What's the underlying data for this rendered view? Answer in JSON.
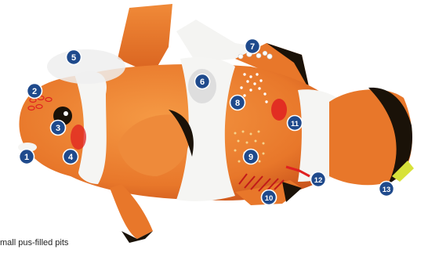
{
  "diagram": {
    "colors": {
      "orange": "#e8772a",
      "orange_dark": "#c8521b",
      "white_band": "#f5f5f3",
      "black_edge": "#1a1208",
      "marker_fill": "#1f4a8c",
      "marker_ring": "#ffffff",
      "lesion_red": "#e02020",
      "yellow_tip": "#d8e23a"
    },
    "markers": [
      {
        "label": "1"
      },
      {
        "label": "2"
      },
      {
        "label": "3"
      },
      {
        "label": "4"
      },
      {
        "label": "5"
      },
      {
        "label": "6"
      },
      {
        "label": "7"
      },
      {
        "label": "8"
      },
      {
        "label": "9"
      },
      {
        "label": "10"
      },
      {
        "label": "11"
      },
      {
        "label": "12"
      },
      {
        "label": "13"
      }
    ],
    "caption": "mall pus-filled pits"
  }
}
